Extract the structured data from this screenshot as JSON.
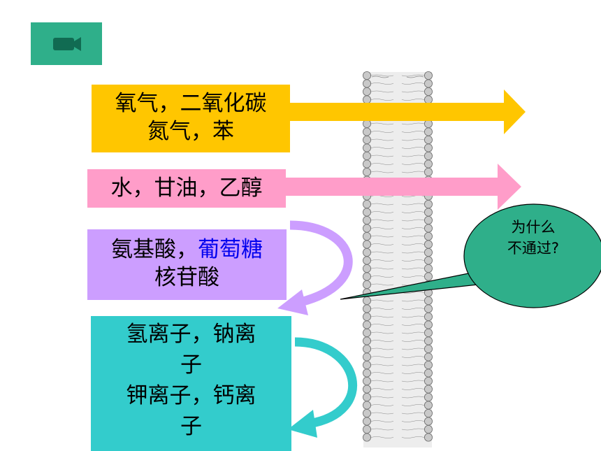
{
  "video_button": {
    "icon": "video-camera-icon"
  },
  "boxes": {
    "gas": {
      "line1": "氧气，二氧化碳",
      "line2": "氮气，苯"
    },
    "water": {
      "line1": "水，甘油，乙醇"
    },
    "amino": {
      "line1_a": "氨基酸，",
      "line1_b": "葡萄糖",
      "line2": "核苷酸"
    },
    "ions": {
      "line1": "氢离子，钠离",
      "line2": "子",
      "line3": "钾离子，钙离",
      "line4": "子"
    }
  },
  "bubble": {
    "line1": "为什么",
    "line2": "不通过?"
  },
  "colors": {
    "gas": "#ffc600",
    "water": "#ff9dc9",
    "amino": "#cc9eff",
    "ions": "#33cccc",
    "bubble": "#2faf8a",
    "glucose_text": "#0000ee"
  }
}
